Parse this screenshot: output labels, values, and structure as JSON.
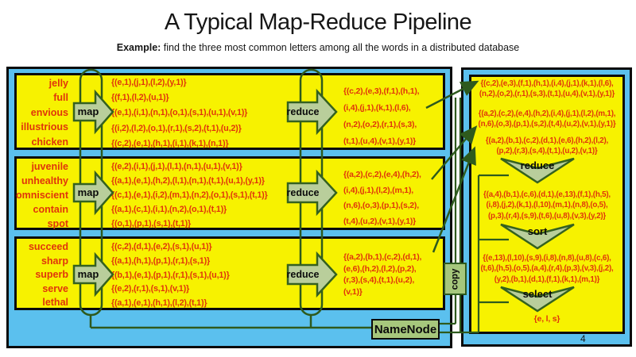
{
  "title": "A Typical Map-Reduce Pipeline",
  "subtitle_label": "Example:",
  "subtitle_text": " find the three most common letters among all the words in a distributed database",
  "page_number": "4",
  "labels": {
    "map": "map",
    "reduce": "reduce",
    "sort": "sort",
    "select": "select",
    "copy": "copy",
    "namenode": "NameNode"
  },
  "colors": {
    "panel_blue": "#5BC0EE",
    "box_yellow": "#F7F200",
    "text_red": "#E0350B",
    "arrow_fill": "#B9CE9B",
    "line_green": "#2E5A1D",
    "node_green": "#A6C77C"
  },
  "rows": [
    {
      "words": [
        "jelly",
        "full",
        "envious",
        "illustrious",
        "chicken"
      ],
      "map_output": [
        "{(e,1),(j,1),(l,2),(y,1)}",
        "{(f,1),(l,2),(u,1)}",
        "{(e,1),(i,1),(n,1),(o,1),(s,1),(u,1),(v,1)}",
        "{(i,2),(l,2),(o,1),(r,1),(s,2),(t,1),(u,2)}",
        "{(c,2),(e,1),(h,1),(i,1),(k,1),(n,1)}"
      ],
      "reduce_output": [
        "{(c,2),(e,3),(f,1),(h,1),",
        "(i,4),(j,1),(k,1),(l,6),",
        "(n,2),(o,2),(r,1),(s,3),",
        "(t,1),(u,4),(v,1),(y,1)}"
      ]
    },
    {
      "words": [
        "juvenile",
        "unhealthy",
        "omniscient",
        "contain",
        "spot"
      ],
      "map_output": [
        "{(e,2),(i,1),(j,1),(l,1),(n,1),(u,1),(v,1)}",
        "{(a,1),(e,1),(h,2),(l,1),(n,1),(t,1),(u,1),(y,1)}",
        "{(c,1),(e,1),(i,2),(m,1),(n,2),(o,1),(s,1),(t,1)}",
        "{(a,1),(c,1),(i,1),(n,2),(o,1),(t,1)}",
        "{(o,1),(p,1),(s,1),(t,1)}"
      ],
      "reduce_output": [
        "{(a,2),(c,2),(e,4),(h,2),",
        "(i,4),(j,1),(l,2),(m,1),",
        "(n,6),(o,3),(p,1),(s,2),",
        "(t,4),(u,2),(v,1),(y,1)}"
      ]
    },
    {
      "words": [
        "succeed",
        "sharp",
        "superb",
        "serve",
        "lethal"
      ],
      "map_output": [
        "{(c,2),(d,1),(e,2),(s,1),(u,1)}",
        "{(a,1),(h,1),(p,1),(r,1),(s,1)}",
        "{(b,1),(e,1),(p,1),(r,1),(s,1),(u,1)}",
        "{(e,2),(r,1),(s,1),(v,1)}",
        "{(a,1),(e,1),(h,1),(l,2),(t,1)}"
      ],
      "reduce_output": [
        "{(a,2),(b,1),(c,2),(d,1),",
        "(e,6),(h,2),(l,2),(p,2),",
        "(r,3),(s,4),(t,1),(u,2),",
        "(v,1)}"
      ]
    }
  ],
  "right_panel": {
    "inputs": [
      [
        "{(c,2),(e,3),(f,1),(h,1),(i,4),(j,1),(k,1),(l,6),",
        "(n,2),(o,2),(r,1),(s,3),(t,1),(u,4),(v,1),(y,1)}"
      ],
      [
        "{(a,2),(c,2),(e,4),(h,2),(i,4),(j,1),(l,2),(m,1),",
        "(n,6),(o,3),(p,1),(s,2),(t,4),(u,2),(v,1),(y,1)}"
      ],
      [
        "{(a,2),(b,1),(c,2),(d,1),(e,6),(h,2),(l,2),",
        "(p,2),(r,3),(s,4),(t,1),(u,2),(v,1)}"
      ]
    ],
    "merged": [
      "{(a,4),(b,1),(c,6),(d,1),(e,13),(f,1),(h,5),",
      "(i,8),(j,2),(k,1),(l,10),(m,1),(n,8),(o,5),",
      "(p,3),(r,4),(s,9),(t,6),(u,8),(v,3),(y,2)}"
    ],
    "sorted": [
      "{(e,13),(l,10),(s,9),(i,8),(n,8),(u,8),(c,6),",
      "(t,6),(h,5),(o,5),(a,4),(r,4),(p,3),(v,3),(j,2),",
      "(y,2),(b,1),(d,1),(f,1),(k,1),(m,1)}"
    ],
    "result": "{e, l, s}"
  }
}
